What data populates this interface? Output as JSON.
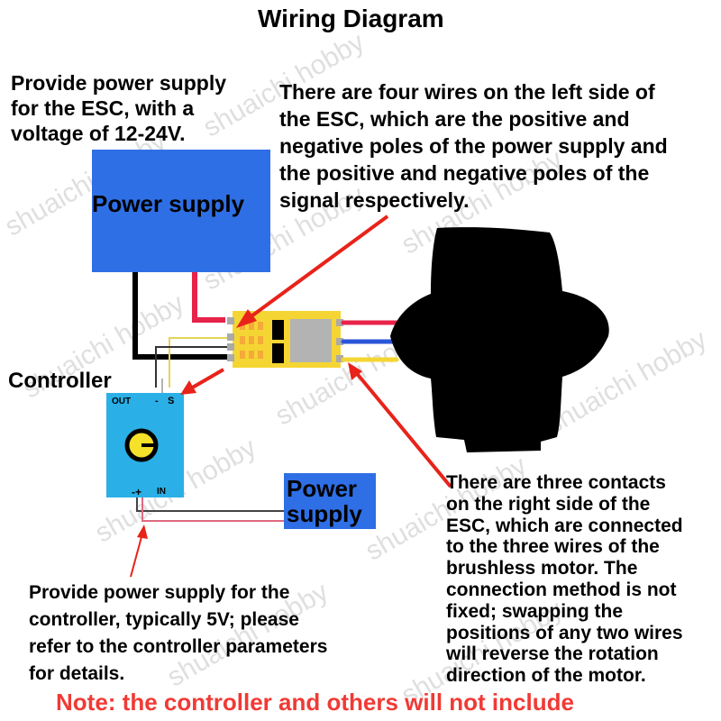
{
  "title": "Wiring Diagram",
  "notes": {
    "power_top": [
      "Provide power supply",
      "for the ESC, with a",
      "voltage of 12-24V."
    ],
    "esc_left": [
      "There are four wires on the left side of",
      "the ESC, which are the positive and",
      "negative poles of the power supply and",
      "the positive and negative poles of the",
      "signal respectively."
    ],
    "esc_right": [
      "There are three contacts",
      "on the right side of the",
      "ESC, which are connected",
      "to the three wires of the",
      "brushless motor. The",
      "connection method is not",
      "fixed; swapping the",
      "positions of any two wires",
      "will reverse the rotation",
      "direction of the motor."
    ],
    "controller_power": [
      "Provide power supply for the",
      "controller, typically 5V; please",
      "refer to the controller parameters",
      "for details."
    ]
  },
  "components": {
    "main_power_label": "Power supply",
    "controller_label": "Controller",
    "controller_out": "OUT",
    "controller_minus": "-",
    "controller_s": "S",
    "controller_in_pins": "-+",
    "controller_in": "IN",
    "small_power_label": [
      "Power",
      "supply"
    ]
  },
  "footer_note": "Note: the controller and others will not include",
  "watermark": "shuaichi hobby",
  "colors": {
    "power_blue": "#2f6fe6",
    "controller_blue": "#2ab0e6",
    "esc_yellow": "#f5d533",
    "arrow_red": "#e8231a",
    "note_red": "#f03a35",
    "wire_red": "#e8234a",
    "wire_blue": "#2a56d8",
    "wire_yellow": "#f5d533"
  }
}
